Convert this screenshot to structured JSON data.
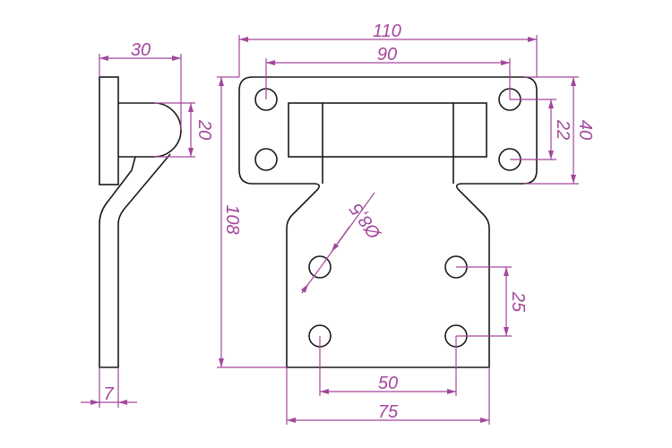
{
  "dimensions": {
    "side_depth": "30",
    "boss_height": "20",
    "thickness": "7",
    "overall_width": "110",
    "hole_spacing_top": "90",
    "plate_height": "40",
    "top_hole_vertical": "22",
    "overall_height": "108",
    "bottom_hole_vertical": "25",
    "bottom_hole_spacing": "50",
    "bottom_width": "75",
    "hole_diameter": "Ø8,5"
  },
  "colors": {
    "outline": "#1a1a1a",
    "dimension": "#a3479c"
  }
}
